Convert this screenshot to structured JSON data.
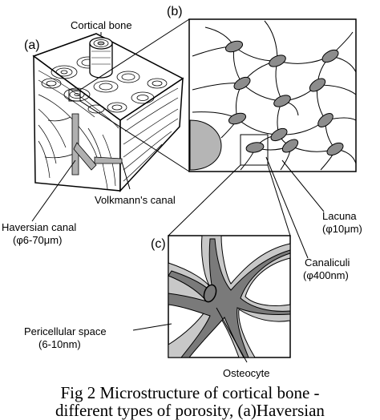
{
  "panels": {
    "a": "(a)",
    "b": "(b)",
    "c": "(c)"
  },
  "labels": {
    "cortical_bone": "Cortical bone",
    "volkmanns_canal": "Volkmann's canal",
    "haversian_canal": "Haversian canal",
    "haversian_size": "(φ6-70μm)",
    "lacuna": "Lacuna",
    "lacuna_size": "(φ10μm)",
    "canaliculi": "Canaliculi",
    "canaliculi_size": "(φ400nm)",
    "pericellular_space": "Pericellular space",
    "pericellular_size": "(6-10nm)",
    "osteocyte": "Osteocyte"
  },
  "caption": {
    "line1": "Fig 2 Microstructure of cortical bone -",
    "line2": "different types of porosity, (a)Haversian"
  },
  "colors": {
    "bone_gray": "#d8d8d8",
    "lacuna_fill": "#8c8c8c",
    "cell_dark": "#7a7a7a",
    "pericellular_light": "#c8c8c8",
    "haversian_fill": "#b0b0b0"
  }
}
